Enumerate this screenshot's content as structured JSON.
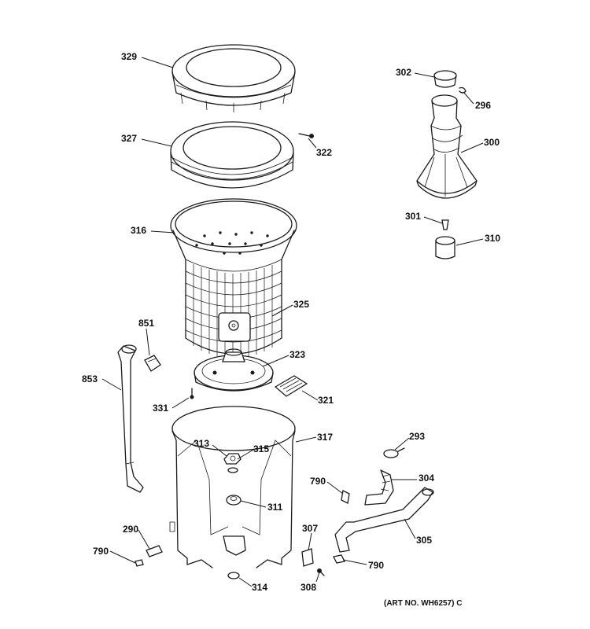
{
  "diagram": {
    "art_number": "(ART NO. WH6257) C",
    "labels": {
      "p329": "329",
      "p327": "327",
      "p322": "322",
      "p316": "316",
      "p325": "325",
      "p851": "851",
      "p853": "853",
      "p323": "323",
      "p321": "321",
      "p331": "331",
      "p317": "317",
      "p313": "313",
      "p315": "315",
      "p311": "311",
      "p290": "290",
      "p790a": "790",
      "p314": "314",
      "p302": "302",
      "p296": "296",
      "p300": "300",
      "p301": "301",
      "p310": "310",
      "p293": "293",
      "p790b": "790",
      "p304": "304",
      "p305": "305",
      "p307": "307",
      "p790c": "790",
      "p308": "308"
    }
  }
}
